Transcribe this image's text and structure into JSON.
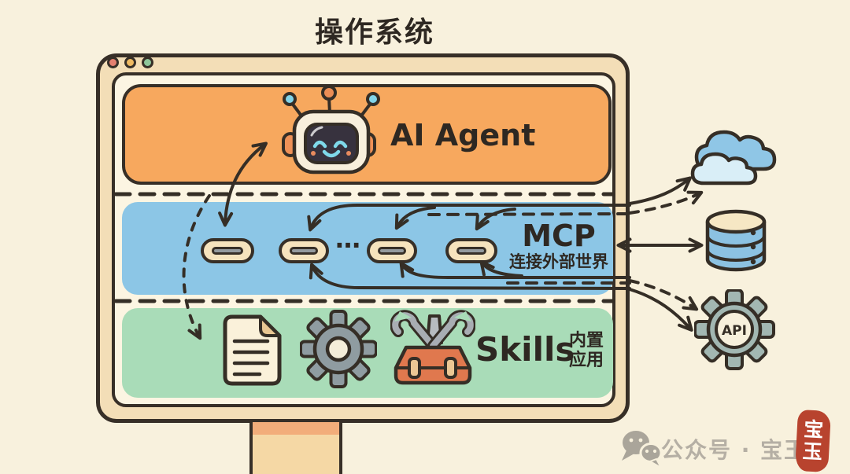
{
  "title": "操作系统",
  "monitor": {
    "traffic_lights": [
      {
        "name": "red",
        "color": "#e5806f"
      },
      {
        "name": "yellow",
        "color": "#efba62"
      },
      {
        "name": "green",
        "color": "#8ec69a"
      }
    ]
  },
  "layers": {
    "agent": {
      "label": "AI Agent",
      "band_color": "#f7a85e",
      "icon": "robot-icon"
    },
    "mcp": {
      "label": "MCP",
      "sublabel": "连接外部世界",
      "band_color": "#8cc6e6",
      "port_count": 4,
      "ellipsis": "…"
    },
    "skills": {
      "label": "Skills",
      "sublabel_lines": [
        "内置",
        "应用"
      ],
      "band_color": "#a9dcb8",
      "icons": [
        "document-icon",
        "gear-icon",
        "toolbox-icon"
      ]
    }
  },
  "external_services": [
    {
      "name": "cloud",
      "icon": "cloud-icon"
    },
    {
      "name": "database",
      "icon": "database-icon"
    },
    {
      "name": "api",
      "icon": "api-gear-icon",
      "label": "API"
    }
  ],
  "watermark": {
    "icon": "wechat-icon",
    "wechat_label": "公众号 · 宝玉",
    "seal_chars": [
      "宝",
      "玉"
    ]
  },
  "colors": {
    "background": "#f8f1dd",
    "monitor_frame": "#f3deb7",
    "screen": "#fcf5e2",
    "outline": "#352e26",
    "seal_red": "#b8432e",
    "watermark_gray": "#b5afa4"
  }
}
